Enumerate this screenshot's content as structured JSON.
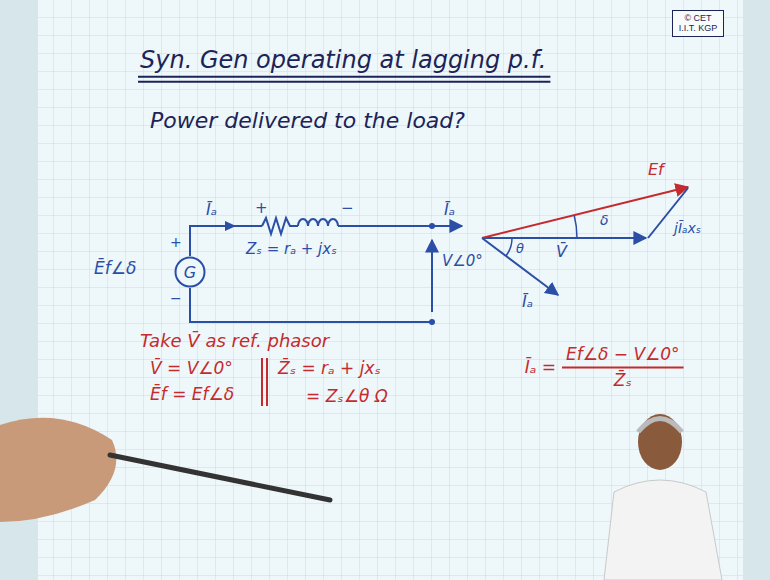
{
  "diagram": {
    "title": "Syn. Gen operating at lagging p.f.",
    "nodes": [
      {
        "text": [
          "© CET I.I.T. KGP"
        ]
      },
      {
        "text": [
          "G"
        ]
      }
    ],
    "labels": [
      "Power delivered to the load?",
      "Īₐ",
      "+",
      "−",
      "Īₐ",
      "Ēf∠δ",
      "+",
      "−",
      "Zₛ = rₐ + jxₛ",
      "V∠0°",
      "Ef",
      "δ",
      "V̄",
      "jĪₐxₛ",
      "θ",
      "Īₐ",
      "Take V̄ as ref. phasor",
      "V̄ = V∠0°",
      "Ēf = Ef∠δ",
      "Z̄ₛ = rₐ + jxₛ",
      "= Zₛ∠θ Ω",
      "Īₐ =",
      "Ef∠δ − V∠0°",
      "Z̄ₛ"
    ]
  }
}
